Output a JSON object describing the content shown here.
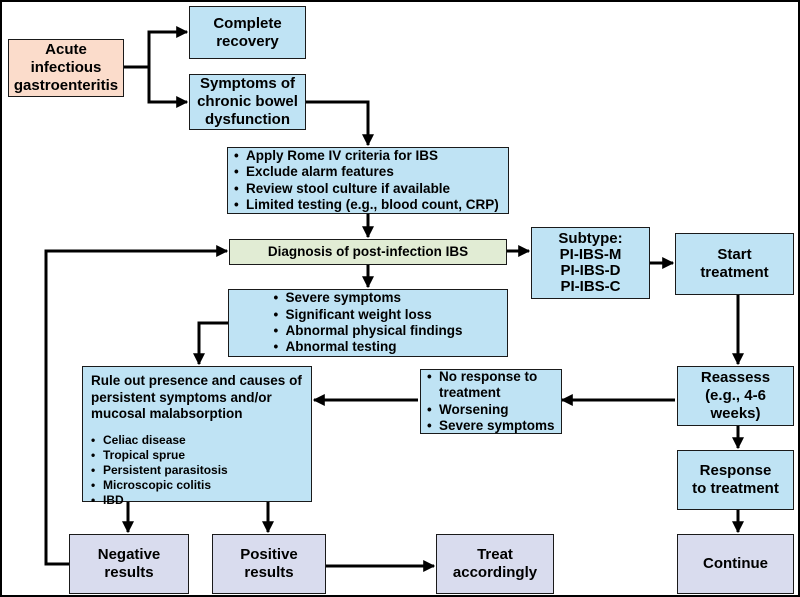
{
  "nodes": {
    "acute": "Acute\ninfectious\ngastroenteritis",
    "complete": "Complete\nrecovery",
    "symptoms": "Symptoms of\nchronic bowel\ndysfunction",
    "workup": [
      "Apply Rome IV criteria for IBS",
      "Exclude alarm features",
      "Review stool culture if available",
      "Limited testing (e.g., blood count, CRP)"
    ],
    "diagnosis": "Diagnosis of post-infection IBS",
    "subtype": "Subtype:\nPI-IBS-M\nPI-IBS-D\nPI-IBS-C",
    "start": "Start\ntreatment",
    "alarms": [
      "Severe symptoms",
      "Significant weight loss",
      "Abnormal physical findings",
      "Abnormal testing"
    ],
    "ruleout_title": "Rule out presence and causes of\npersistent symptoms and/or\nmucosal malabsorption",
    "ruleout_items": [
      "Celiac disease",
      "Tropical sprue",
      "Persistent parasitosis",
      "Microscopic colitis",
      "IBD"
    ],
    "noresponse": [
      "No response to treatment",
      "Worsening",
      "Severe symptoms"
    ],
    "reassess": "Reassess\n(e.g., 4-6\nweeks)",
    "response": "Response\nto treatment",
    "negative": "Negative\nresults",
    "positive": "Positive\nresults",
    "treat": "Treat\naccordingly",
    "continue": "Continue"
  },
  "colors": {
    "acute_fill": "#fbdccb",
    "box_fill": "#bfe3f4",
    "diagnosis_fill": "#e1ecd4",
    "result_fill": "#d9dcee"
  }
}
